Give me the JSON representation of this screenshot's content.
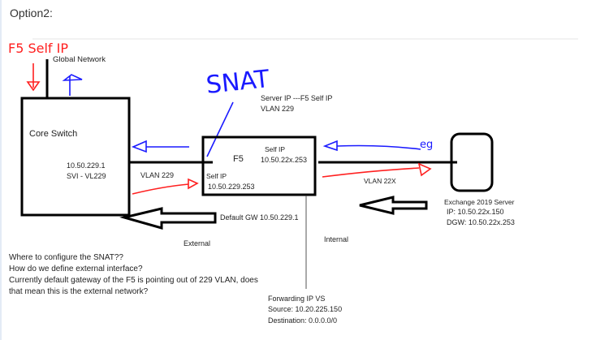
{
  "title": "Option2:",
  "colors": {
    "red": "#ff2020",
    "blue": "#1a1aff",
    "black": "#000000"
  },
  "annotations": {
    "f5_self_ip": "F5 Self IP",
    "snat": "SNAT",
    "eg": "eg"
  },
  "diagram": {
    "global_network": "Global Network",
    "core_switch": {
      "label": "Core Switch",
      "ip": "10.50.229.1",
      "svi": "SVI - VL229"
    },
    "vlan_229_link": "VLAN 229",
    "server_ip_note": {
      "line1": "Server IP ---F5 Self IP",
      "line2": "VLAN 229"
    },
    "f5": {
      "label": "F5",
      "self_ip_internal_label": "Self IP",
      "self_ip_internal": "10.50.22x.253",
      "self_ip_external_label": "Self IP",
      "self_ip_external": "10.50.229.253"
    },
    "vlan_22x_link": "VLAN 22X",
    "server": {
      "name": "Exchange 2019 Server",
      "ip": "IP: 10.50.22x.150",
      "dgw": "DGW: 10.50.22x.253"
    },
    "default_gw": "Default GW 10.50.229.1",
    "external": "External",
    "internal": "Internal",
    "forwarding": {
      "line1": "Forwarding IP VS",
      "line2": "Source: 10.20.225.150",
      "line3": "Destination: 0.0.0.0/0"
    }
  },
  "questions": [
    "Where to configure the SNAT??",
    "How do we define external interface?",
    "Currently default gateway of the F5 is pointing out of 229 VLAN, does",
    "that mean this is the external network?"
  ]
}
